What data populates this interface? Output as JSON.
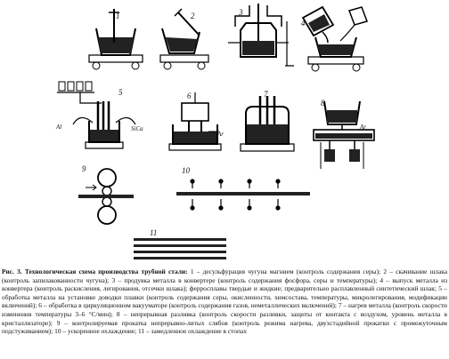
{
  "figure": {
    "stage_numbers": [
      "1",
      "2",
      "3",
      "4",
      "5",
      "6",
      "7",
      "8",
      "9",
      "10",
      "11"
    ],
    "labels": {
      "al": "Al",
      "sica": "SiCa",
      "ar_6": "Ar",
      "ar_8": "Ar"
    }
  },
  "caption": {
    "title": "Рис. 3. Технологическая схема производства трубной стали:",
    "body": "1 – десульфурация чугуна магнием (контроль содержания серы); 2 – скачивание шлака (контроль запилакованности чугуна); 3 – продувка металла в конвертере (контроль содержания фосфора, серы и температуры); 4 – выпуск металла из конвертера (контроль раскисления, легирования, отсечки шлака); ферросплавы твердые и жидкие; предварительно расплавленный синтетический шлак; 5 – обработка металла на установке доводки плавки (контроль содержания серы, окисленности, химсостава, температуры, микролегирования, модификации включений); 6 – обработка в циркуляционном вакууматоре (контроль содержания газов, неметаллических включений); 7 – нагрев металла (контроль скорости изменения температуры 3–6 °C/мин); 8 – непрерывная разливка (контроль скорости разливки, защиты от контакта с воздухом, уровень металла в кристаллизаторе); 9 – контролируемая прокатка непрерывно-литых слябов (контроль режима нагрева, двухстадийной прокатки с промежуточным подстуживанием); 10 – ускоренное охлаждение; 11 – замедленное охлаждение в стопах"
  }
}
